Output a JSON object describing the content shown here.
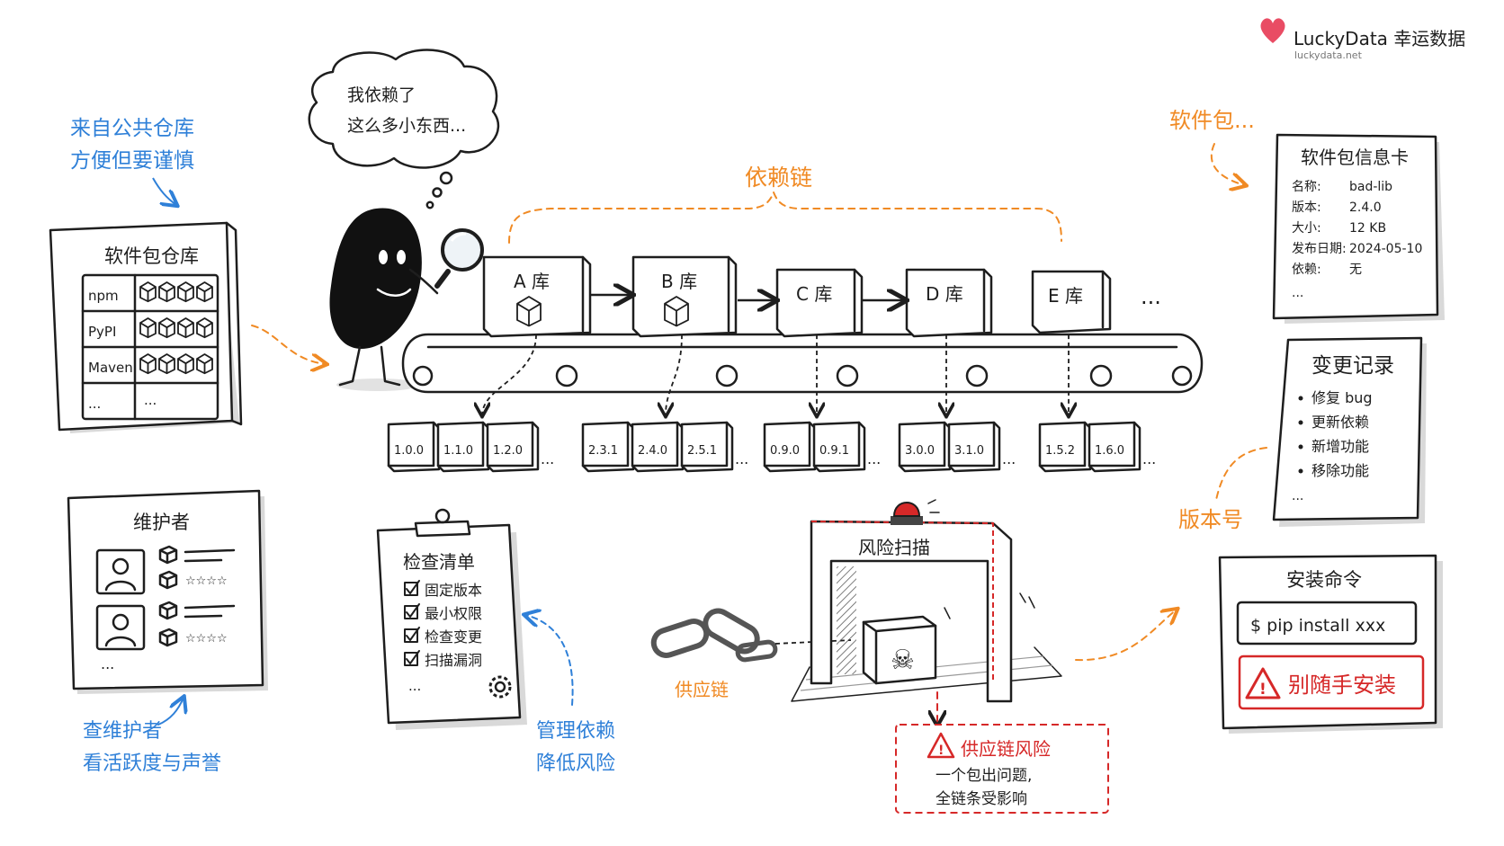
{
  "brand": {
    "name": "LuckyData 幸运数据",
    "url": "luckydata.net",
    "heart_color": "#e94c64"
  },
  "colors": {
    "blue": "#2f80d8",
    "orange": "#f08a24",
    "red": "#d62828",
    "ink": "#1e1e1e"
  },
  "public_repo_note": {
    "line1": "来自公共仓库",
    "line2": "方便但要谨慎"
  },
  "repository": {
    "title": "软件包仓库",
    "rows": [
      {
        "label": "npm",
        "cubes": 4
      },
      {
        "label": "PyPI",
        "cubes": 4
      },
      {
        "label": "Maven",
        "cubes": 4
      },
      {
        "label": "...",
        "cubes": 0,
        "trail": "..."
      }
    ]
  },
  "thought_bubble": {
    "line1": "我依赖了",
    "line2": "这么多小东西..."
  },
  "dependency_chain": {
    "label": "依赖链",
    "more": "...",
    "libs": [
      {
        "name": "A 库",
        "versions": [
          "1.0.0",
          "1.1.0",
          "1.2.0"
        ]
      },
      {
        "name": "B 库",
        "versions": [
          "2.3.1",
          "2.4.0",
          "2.5.1"
        ]
      },
      {
        "name": "C 库",
        "versions": [
          "0.9.0",
          "0.9.1"
        ]
      },
      {
        "name": "D 库",
        "versions": [
          "3.0.0",
          "3.1.0"
        ]
      },
      {
        "name": "E 库",
        "versions": [
          "1.5.2",
          "1.6.0"
        ]
      }
    ],
    "ellipsis": "..."
  },
  "package_note": "软件包...",
  "info_card": {
    "title": "软件包信息卡",
    "rows": [
      {
        "key": "名称:",
        "value": "bad-lib"
      },
      {
        "key": "版本:",
        "value": "2.4.0"
      },
      {
        "key": "大小:",
        "value": "12 KB"
      },
      {
        "key": "发布日期:",
        "value": "2024-05-10"
      },
      {
        "key": "依赖:",
        "value": "无"
      }
    ],
    "more": "..."
  },
  "changelog": {
    "title": "变更记录",
    "items": [
      "修复 bug",
      "更新依赖",
      "新增功能",
      "移除功能"
    ],
    "more": "..."
  },
  "version_note": "版本号",
  "maintainer": {
    "title": "维护者",
    "more": "..."
  },
  "maintainer_note": {
    "line1": "查维护者",
    "line2": "看活跃度与声誉"
  },
  "checklist": {
    "title": "检查清单",
    "items": [
      "固定版本",
      "最小权限",
      "检查变更",
      "扫描漏洞"
    ],
    "more": "..."
  },
  "checklist_note": {
    "line1": "管理依赖",
    "line2": "降低风险"
  },
  "supply_chain_label": "供应链",
  "scanner": {
    "title": "风险扫描"
  },
  "risk_box": {
    "title": "供应链风险",
    "line1": "一个包出问题,",
    "line2": "全链条受影响"
  },
  "install_card": {
    "title": "安装命令",
    "command": "$ pip install xxx",
    "warning": "别随手安装"
  }
}
